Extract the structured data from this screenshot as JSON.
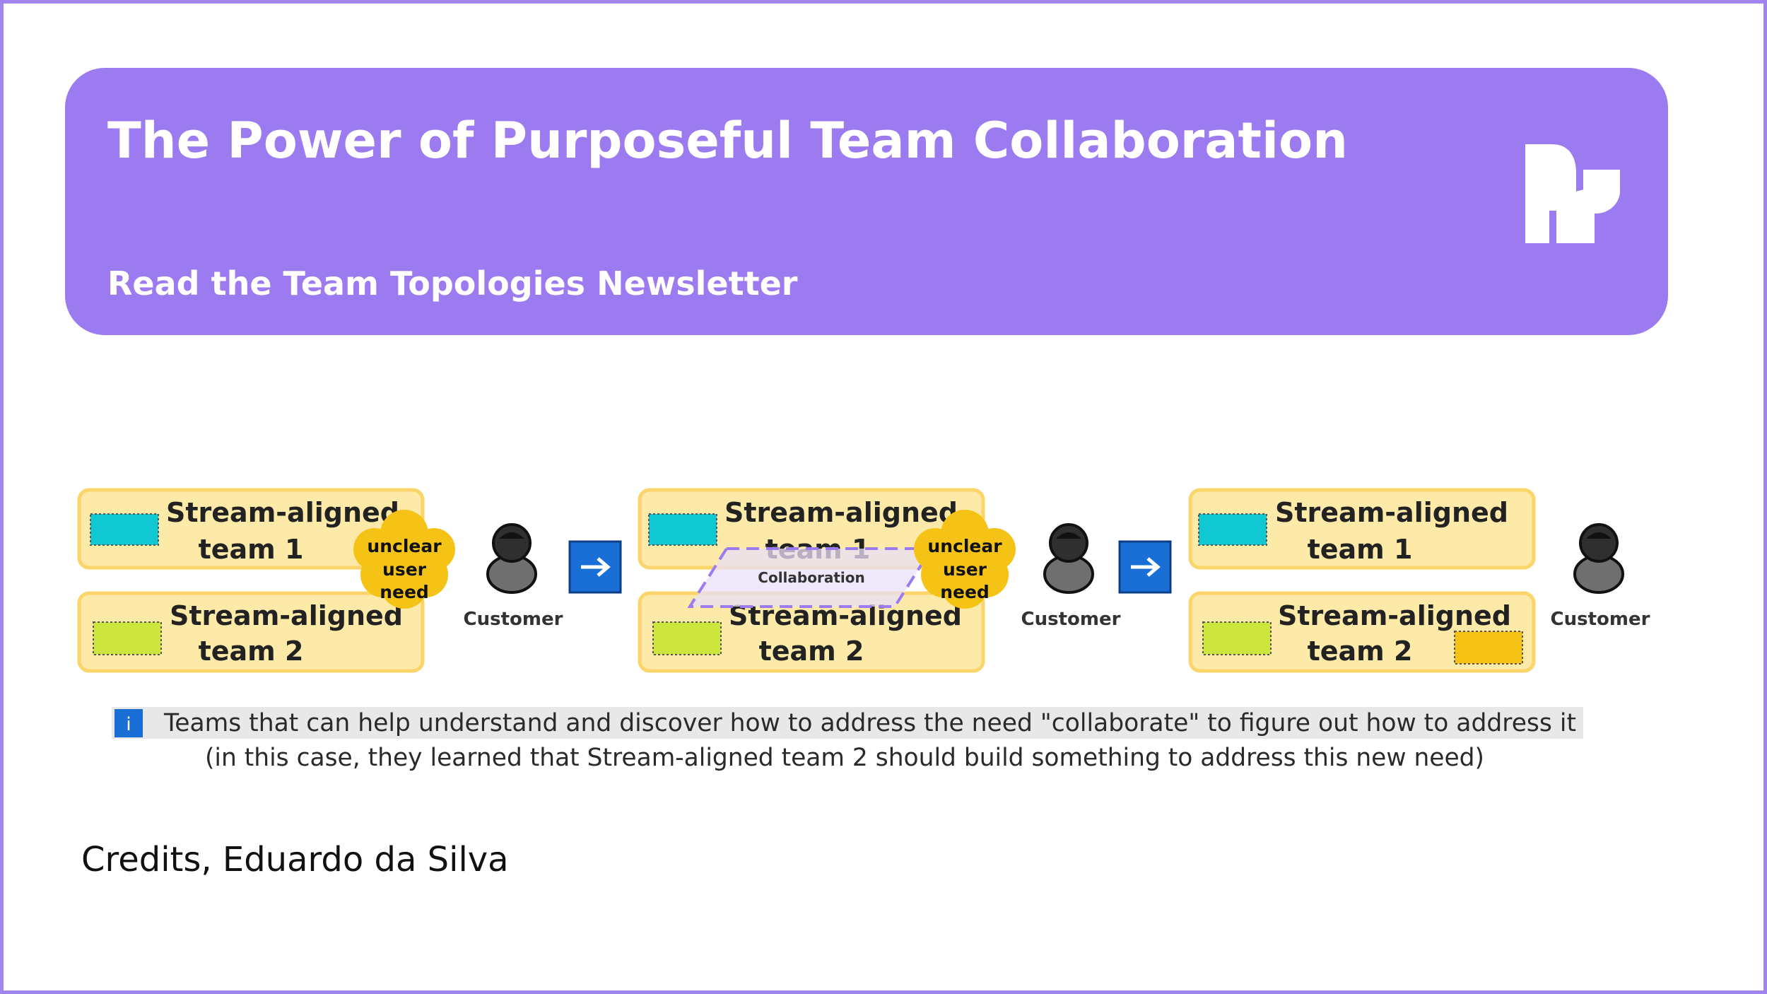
{
  "header": {
    "title": "The Power of Purposeful Team Collaboration",
    "subtitle": "Read the Team Topologies Newsletter"
  },
  "diagram": {
    "panels": [
      {
        "team1_line1": "Stream-aligned",
        "team1_line2": "team 1",
        "team2_line1": "Stream-aligned",
        "team2_line2": "team 2",
        "cloud_line1": "unclear",
        "cloud_line2": "user",
        "cloud_line3": "need",
        "customer": "Customer"
      },
      {
        "team1_line1": "Stream-aligned",
        "team1_line2": "team 1",
        "team2_line1": "Stream-aligned",
        "team2_line2": "team 2",
        "collaboration": "Collaboration",
        "cloud_line1": "unclear",
        "cloud_line2": "user",
        "cloud_line3": "need",
        "customer": "Customer"
      },
      {
        "team1_line1": "Stream-aligned",
        "team1_line2": "team 1",
        "team2_line1": "Stream-aligned",
        "team2_line2": "team 2",
        "customer": "Customer"
      }
    ],
    "arrow_icon": "right-arrow-icon",
    "caption_icon": "info-icon",
    "caption_line1": "Teams that can help understand and discover how to address the need \"collaborate\" to figure out how to address it",
    "caption_line2": "(in this case, they learned that Stream-aligned team 2 should build something to address this new need)"
  },
  "colors": {
    "purple": "#9b7bef",
    "team_fill": "#fde9a8",
    "team_border": "#fbd46a",
    "cyan_block": "#10c8d1",
    "lime_block": "#cde63e",
    "gold_block": "#f5c316",
    "arrow_blue": "#1a6fd6"
  },
  "credits": "Credits, Eduardo da Silva"
}
